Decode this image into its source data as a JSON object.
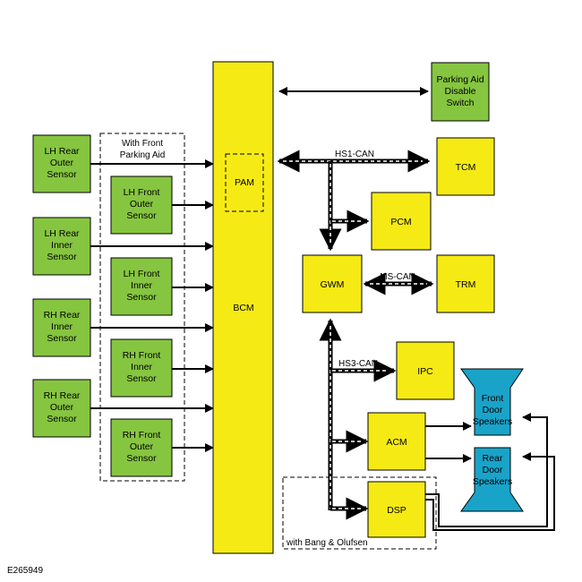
{
  "figure_id": "E265949",
  "colors": {
    "module_fill": "#f5ea14",
    "sensor_fill": "#86c540",
    "speaker_fill": "#1aa3c9",
    "stroke": "#000000"
  },
  "modules": {
    "bcm": "BCM",
    "pam": "PAM",
    "tcm": "TCM",
    "pcm": "PCM",
    "gwm": "GWM",
    "trm": "TRM",
    "ipc": "IPC",
    "acm": "ACM",
    "dsp": "DSP"
  },
  "switch": {
    "line1": "Parking Aid",
    "line2": "Disable",
    "line3": "Switch"
  },
  "sensors": {
    "lh_rear_outer": [
      "LH Rear",
      "Outer",
      "Sensor"
    ],
    "lh_rear_inner": [
      "LH Rear",
      "Inner",
      "Sensor"
    ],
    "rh_rear_inner": [
      "RH Rear",
      "Inner",
      "Sensor"
    ],
    "rh_rear_outer": [
      "RH Rear",
      "Outer",
      "Sensor"
    ],
    "lh_front_outer": [
      "LH Front",
      "Outer",
      "Sensor"
    ],
    "lh_front_inner": [
      "LH Front",
      "Inner",
      "Sensor"
    ],
    "rh_front_inner": [
      "RH Front",
      "Inner",
      "Sensor"
    ],
    "rh_front_outer": [
      "RH Front",
      "Outer",
      "Sensor"
    ]
  },
  "speakers": {
    "front": [
      "Front",
      "Door",
      "Speakers"
    ],
    "rear": [
      "Rear",
      "Door",
      "Speakers"
    ]
  },
  "buses": {
    "hs1": "HS1-CAN",
    "ms": "MS-CAN",
    "hs3": "HS3-CAN"
  },
  "groups": {
    "front_parking_aid": [
      "With Front",
      "Parking Aid"
    ],
    "bang_olufsen": "with Bang & Olufsen"
  }
}
